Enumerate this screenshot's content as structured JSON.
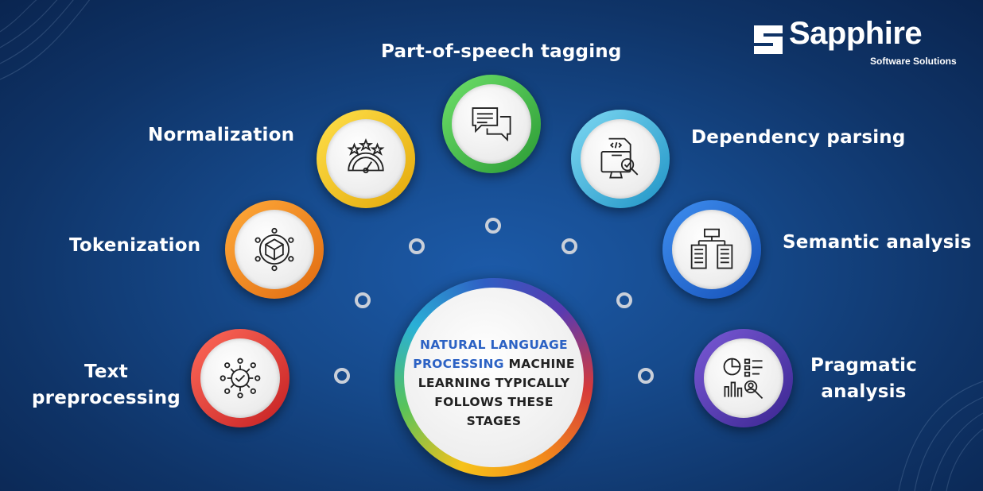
{
  "logo": {
    "name": "Sapphire",
    "tagline": "Software Solutions"
  },
  "hub": {
    "accent": "NATURAL LANGUAGE PROCESSING",
    "text": "MACHINE LEARNING TYPICALLY FOLLOWS THESE STAGES"
  },
  "stages": [
    {
      "label": "Text preprocessing",
      "icon": "gear-check-icon",
      "color": "#e53a3a"
    },
    {
      "label": "Tokenization",
      "icon": "cube-network-icon",
      "color": "#f28a1a"
    },
    {
      "label": "Normalization",
      "icon": "rating-gauge-icon",
      "color": "#f3c21c"
    },
    {
      "label": "Part-of-speech tagging",
      "icon": "chat-bubbles-icon",
      "color": "#4cc24f"
    },
    {
      "label": "Dependency parsing",
      "icon": "code-document-icon",
      "color": "#36b6de"
    },
    {
      "label": "Semantic analysis",
      "icon": "hierarchy-documents-icon",
      "color": "#2c73de"
    },
    {
      "label": "Pragmatic analysis",
      "icon": "analytics-search-icon",
      "color": "#5a3bb0"
    }
  ]
}
